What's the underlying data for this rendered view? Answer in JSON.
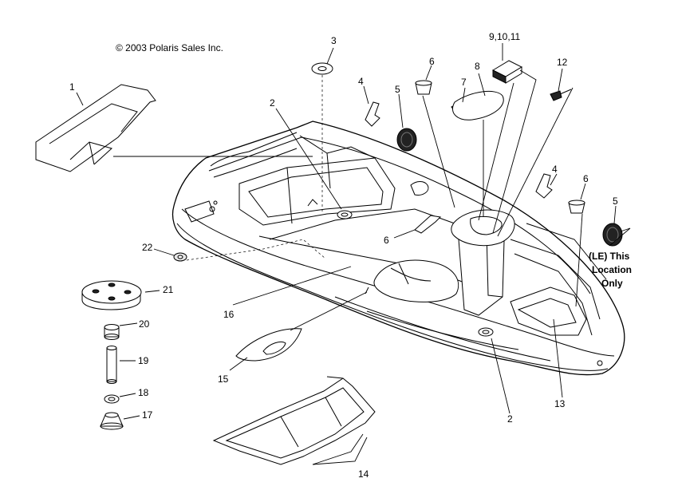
{
  "copyright": "© 2003 Polaris Sales Inc.",
  "callouts": [
    "1",
    "2",
    "3",
    "4",
    "5",
    "6",
    "7",
    "8",
    "9,10,11",
    "12",
    "4",
    "6",
    "5",
    "6",
    "22",
    "21",
    "20",
    "19",
    "18",
    "17",
    "16",
    "15",
    "14",
    "2",
    "13"
  ],
  "note": {
    "line1": "(LE) This",
    "line2": "Location",
    "line3": "Only"
  }
}
